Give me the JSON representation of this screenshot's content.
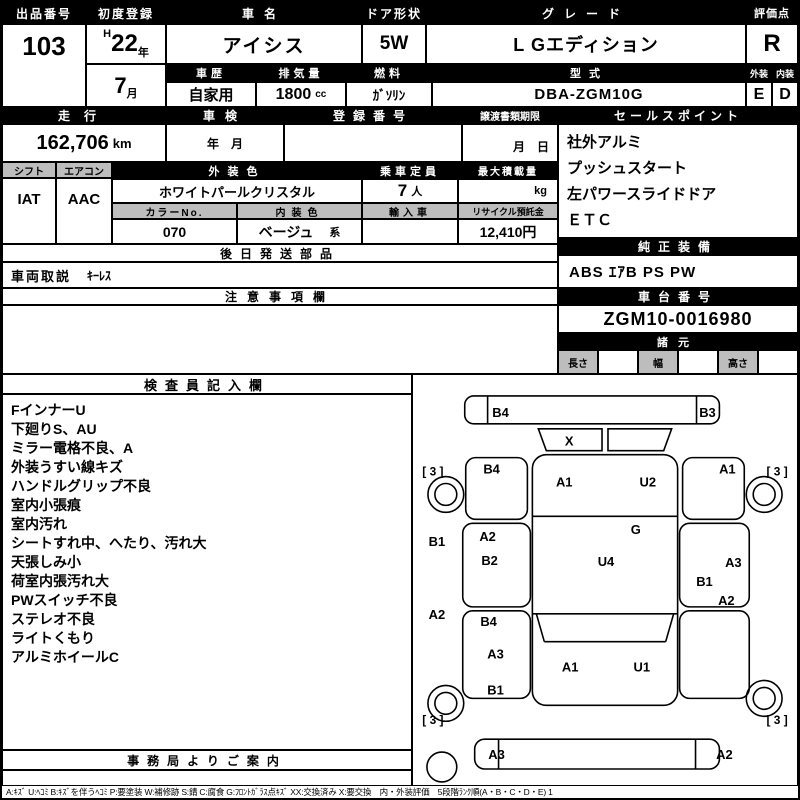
{
  "top": {
    "lot_label": "出品番号",
    "lot_value": "103",
    "first_reg_label": "初度登録",
    "era": "H",
    "reg_year": "22",
    "year_unit": "年",
    "reg_month": "7",
    "month_unit": "月",
    "name_label": "車名",
    "name_value": "アイシス",
    "door_label": "ドア形状",
    "door_value": "5W",
    "grade_label": "グレード",
    "grade_value": "L Gエディション",
    "score_label": "評価点",
    "score_value": "R",
    "history_label": "車歴",
    "history_value": "自家用",
    "disp_label": "排気量",
    "disp_value": "1800",
    "disp_unit": "cc",
    "fuel_label": "燃料",
    "fuel_value": "ｶﾞｿﾘﾝ",
    "model_label": "型式",
    "model_value": "DBA-ZGM10G",
    "ext_label": "外装",
    "ext_value": "E",
    "int_label": "内装",
    "int_value": "D"
  },
  "reg": {
    "mileage_label": "走行",
    "mileage_value": "162,706",
    "mileage_unit": "km",
    "shaken_label": "車検",
    "shaken_value": "年　月",
    "regno_label": "登録番号",
    "regno_value": "",
    "transfer_label": "譲渡書類期限",
    "transfer_value": "月　日",
    "sales_label": "セールスポイント",
    "sales_items": [
      "社外アルミ",
      "プッシュスタート",
      "左パワースライドドア",
      "ＥＴＣ"
    ]
  },
  "spec": {
    "shift_label": "シフト",
    "shift_value": "IAT",
    "aircon_label": "エアコン",
    "aircon_value": "AAC",
    "ext_color_label": "外装色",
    "ext_color_value": "ホワイトパールクリスタル",
    "capacity_label": "乗車定員",
    "capacity_value": "7",
    "capacity_unit": "人",
    "max_load_label": "最大積載量",
    "max_load_unit": "kg",
    "color_no_label": "カラーNo.",
    "color_no_value": "070",
    "int_color_label": "内装色",
    "int_color_value": "ベージュ",
    "int_color_suffix": "系",
    "import_label": "輸入車",
    "import_value": "",
    "recycle_label": "リサイクル預託金",
    "recycle_value": "12,410円"
  },
  "mid": {
    "later_parts_label": "後日発送部品",
    "manual_label": "車両取説",
    "manual_value": "ｷｰﾚｽ",
    "genuine_label": "純正装備",
    "genuine_value": "ABS ｴｱB PS PW",
    "caution_label": "注意事項欄",
    "chassis_label": "車台番号",
    "chassis_value": "ZGM10-0016980",
    "dims_label": "諸元",
    "len_label": "長さ",
    "wid_label": "幅",
    "hgt_label": "高さ"
  },
  "inspector": {
    "label": "検査員記入欄",
    "lines": [
      "FインナーU",
      "下廻りS、AU",
      "ミラー電格不良、A",
      "外装うすい線キズ",
      "ハンドルグリップ不良",
      "室内小張痕",
      "室内汚れ",
      "シートすれ中、へたり、汚れ大",
      "天張しみ小",
      "荷室内張汚れ大",
      "PWスイッチ不良",
      "ステレオ不良",
      "ライトくもり",
      "アルミホイールC"
    ]
  },
  "office_label": "事務局よりご案内",
  "diagram": {
    "marks": [
      "B4",
      "B3",
      "X",
      "[ 3 ]",
      "B4",
      "A1",
      "U2",
      "A1",
      "[ 3 ]",
      "B1",
      "A2",
      "B2",
      "G",
      "U4",
      "A3",
      "B1",
      "A2",
      "A2",
      "B4",
      "A3",
      "A1",
      "U1",
      "B1",
      "[ 3 ]",
      "[ 3 ]",
      "A3",
      "A2"
    ]
  },
  "footer_legend": "A:ｷｽﾞ U:ﾍｺﾐ B:ｷｽﾞを伴うﾍｺﾐ P:要塗装 W:補修跡 S:錆 C:腐食 G:ﾌﾛﾝﾄｶﾞﾗｽ点ｷｽﾞ XX:交換済み X:要交換　内・外装評価　5段階ﾗﾝｸ順(A・B・C・D・E) 1"
}
